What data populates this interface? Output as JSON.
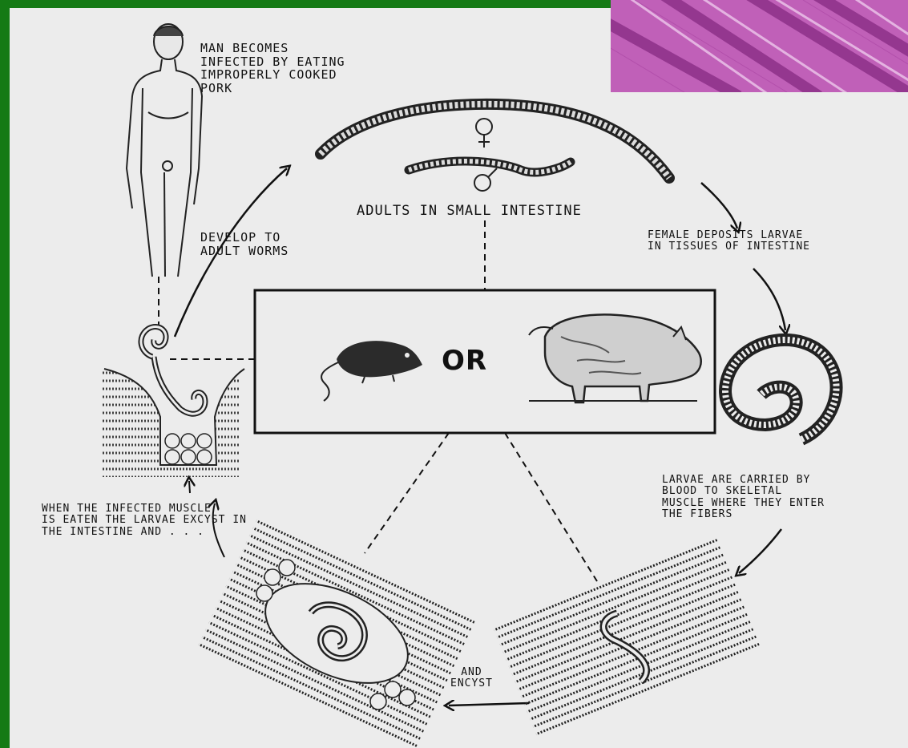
{
  "colors": {
    "frame": "#157a15",
    "paper": "#ececec",
    "ink": "#111111",
    "tissue_pink": "#c060b8",
    "tissue_dark": "#8a2d86"
  },
  "labels": {
    "man_infected": "MAN BECOMES\nINFECTED BY EATING\nIMPROPERLY COOKED\nPORK",
    "adults": "ADULTS IN SMALL INTESTINE",
    "female_deposits": "FEMALE DEPOSITS LARVAE\nIN TISSUES OF INTESTINE",
    "develop": "DEVELOP TO\nADULT WORMS",
    "or_word": "OR",
    "larvae_carried": "LARVAE ARE CARRIED BY\nBLOOD TO SKELETAL\nMUSCLE WHERE THEY ENTER\nTHE FIBERS",
    "infected_muscle": "WHEN THE INFECTED MUSCLE\nIS EATEN THE LARVAE EXCYST IN\nTHE INTESTINE AND . . .",
    "and_encyst": "AND\nENCYST"
  },
  "icons": [
    "human-figure-icon",
    "female-worm-icon",
    "male-worm-icon",
    "female-symbol-icon",
    "male-symbol-icon",
    "rat-icon",
    "pig-icon",
    "coiled-larva-icon",
    "intestine-larva-icon",
    "encysted-larva-icon",
    "muscle-fiber-larva-icon",
    "muscle-micrograph-image"
  ]
}
